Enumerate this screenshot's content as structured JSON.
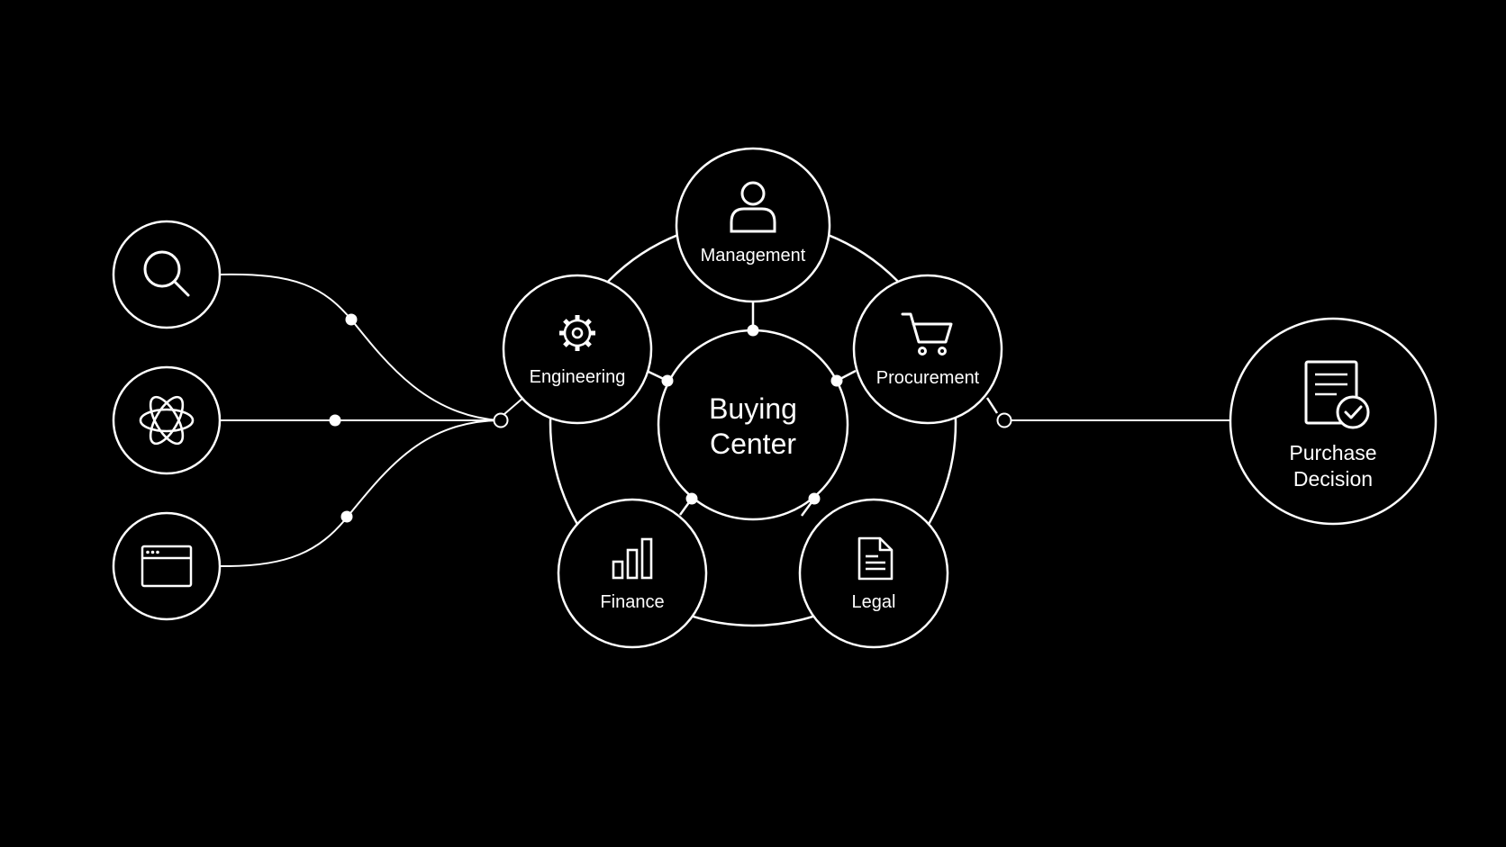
{
  "colors": {
    "background": "#000000",
    "foreground": "#ffffff"
  },
  "sources": [
    {
      "icon": "search-icon"
    },
    {
      "icon": "openai-logo-icon"
    },
    {
      "icon": "browser-window-icon"
    }
  ],
  "center": {
    "line1": "Buying",
    "line2": "Center"
  },
  "departments": [
    {
      "label": "Management",
      "icon": "person-icon"
    },
    {
      "label": "Procurement",
      "icon": "shopping-cart-icon"
    },
    {
      "label": "Legal",
      "icon": "document-icon"
    },
    {
      "label": "Finance",
      "icon": "bar-chart-icon"
    },
    {
      "label": "Engineering",
      "icon": "gear-icon"
    }
  ],
  "decision": {
    "line1": "Purchase",
    "line2": "Decision",
    "icon": "document-check-icon"
  }
}
